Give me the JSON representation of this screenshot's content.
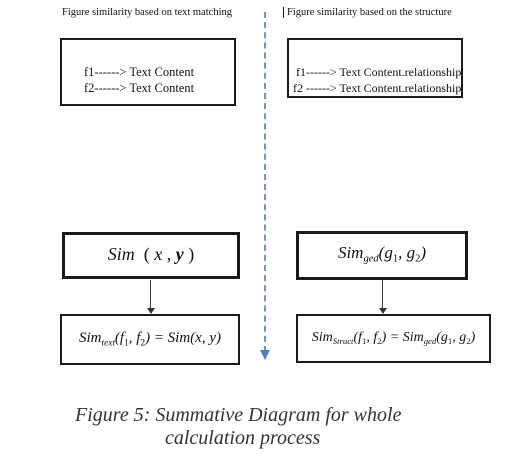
{
  "left": {
    "heading": "Figure similarity  based on text matching",
    "box1": {
      "line1": "f1------> Text Content",
      "line2": "f2------> Text Content"
    },
    "sim_box": {
      "sim": "Sim",
      "lparen": "(",
      "x": "x",
      "comma": ",",
      "y": "y",
      "rparen": ")"
    },
    "formula_box": {
      "sim": "Sim",
      "sub": "text",
      "args": "(f",
      "s1": "1",
      "mid": ", f",
      "s2": "2",
      "rhs": ") = Sim(x, y)"
    }
  },
  "right": {
    "heading": "Figure similarity based on the structure",
    "box1": {
      "line1": "f1------> Text Content.relationship",
      "line2": "f2 ------> Text Content.relationship"
    },
    "sim_box": {
      "sim": "Sim",
      "sub": "ged",
      "open": "(g",
      "s1": "1",
      "mid": ", g",
      "s2": "2",
      "close": ")"
    },
    "formula_box": {
      "sim": "Sim",
      "sub": "Struct",
      "args": "(f",
      "s1": "1",
      "mid": ", f",
      "s2": "2",
      "eq": ") = Sim",
      "sub2": "ged",
      "args2": "(g",
      "s3": "1",
      "mid2": ", g",
      "s4": "2",
      "close": ")"
    }
  },
  "caption": {
    "line1": "Figure 5: Summative Diagram for whole",
    "line2": "calculation process"
  },
  "colors": {
    "divider": "#6f93c4",
    "arrow": "#4f81bd",
    "caption": "#333333"
  }
}
